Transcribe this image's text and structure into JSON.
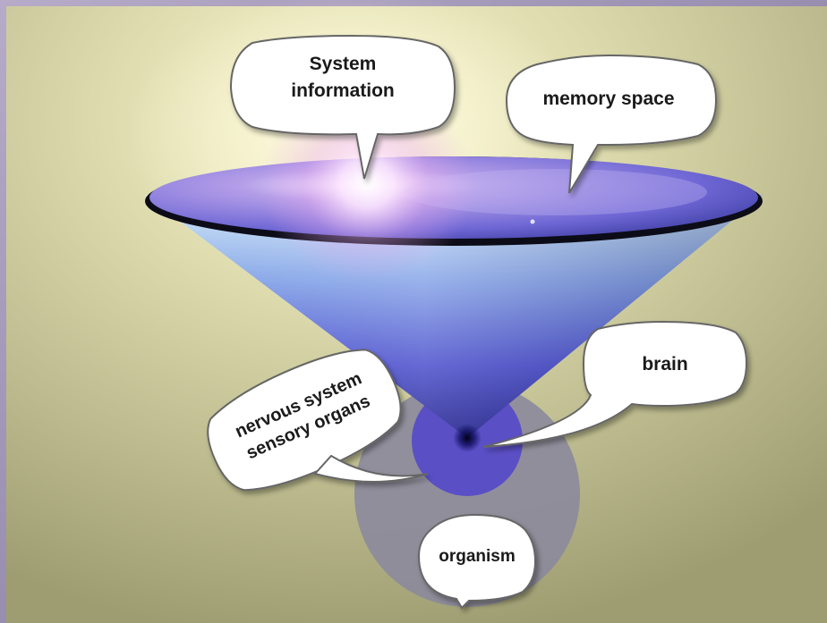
{
  "labels": {
    "system_information": [
      "System",
      "information"
    ],
    "memory_space": "memory space",
    "brain": "brain",
    "nervous_system": "nervous system",
    "sensory_organs": "sensory organs",
    "organism": "organism"
  },
  "colors": {
    "background_light": "#f4f0c0",
    "background_dark": "#9a9a6a",
    "frame": "#8c82a6",
    "cone_top": "#cfe8f4",
    "cone_mid": "#5a6cd6",
    "cone_tip": "#0c0a8e",
    "organism_disc": "#8a889a",
    "brain_disc": "#5a4cc4",
    "bubble_fill": "#ffffff",
    "bubble_stroke": "#666666"
  }
}
